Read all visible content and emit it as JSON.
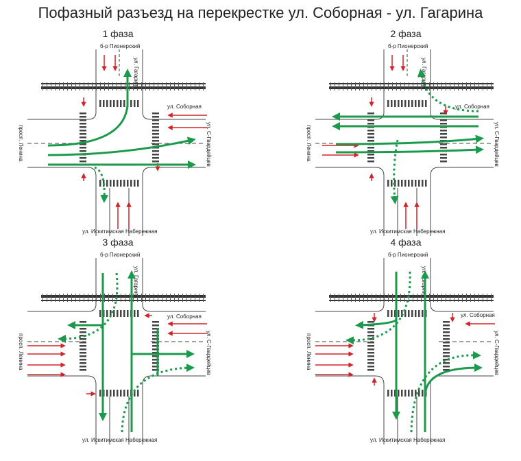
{
  "title": "Пофазный разъезд на перекрестке ул. Соборная - ул. Гагарина",
  "colors": {
    "move": "#1a9a4a",
    "stop": "#d2232a",
    "road": "#444444",
    "rail": "#333333"
  },
  "streets": {
    "north": "б-р Пионерский",
    "gagarina": "ул. Гагарина",
    "sobornaya": "ул. Соборная",
    "east": "ул. С-Гвардейцев",
    "west": "просп. Ленина",
    "south": "ул. Искитимская Набережная"
  },
  "phases": [
    {
      "label": "1 фаза"
    },
    {
      "label": "2 фаза"
    },
    {
      "label": "3 фаза"
    },
    {
      "label": "4 фаза"
    }
  ]
}
